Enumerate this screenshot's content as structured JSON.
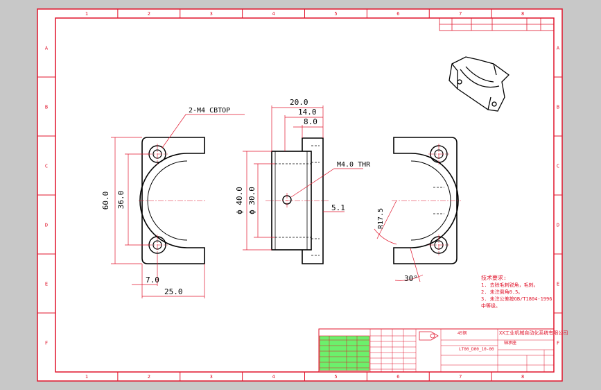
{
  "sheet": {
    "background": "#c8c8c8",
    "paper": "#ffffff",
    "frame_color": "#e0142b",
    "line_color": "#000000",
    "columns": [
      "1",
      "2",
      "3",
      "4",
      "5",
      "6",
      "7",
      "8"
    ],
    "rows": [
      "A",
      "B",
      "C",
      "D",
      "E",
      "F"
    ]
  },
  "front_view": {
    "callout": "2-M4 CBTOP",
    "dim_height_outer": "60.0",
    "dim_height_inner": "36.0",
    "dim_hole_offset": "7.0",
    "dim_width": "25.0"
  },
  "side_view": {
    "dim_top_20": "20.0",
    "dim_top_14": "14.0",
    "dim_top_8": "8.0",
    "dim_dia_40": "ϕ 40.0",
    "dim_dia_30": "ϕ 30.0",
    "callout": "M4.0 THR",
    "dim_offset": "5.1"
  },
  "rear_view": {
    "radius": "R17.5",
    "angle": "30°"
  },
  "notes": {
    "title": "技术要求:",
    "lines": [
      "1. 去除毛刺锐角，毛刺。",
      "2. 未注倒角0.5。",
      "3. 未注公差按GB/T1804-1996",
      "   中等级。"
    ]
  },
  "title_block": {
    "company": "XX工业机械自动化系统有限公司",
    "part_name": "轴承座",
    "drawing_no": "LT00_D00_10-00",
    "material": "45钢"
  }
}
